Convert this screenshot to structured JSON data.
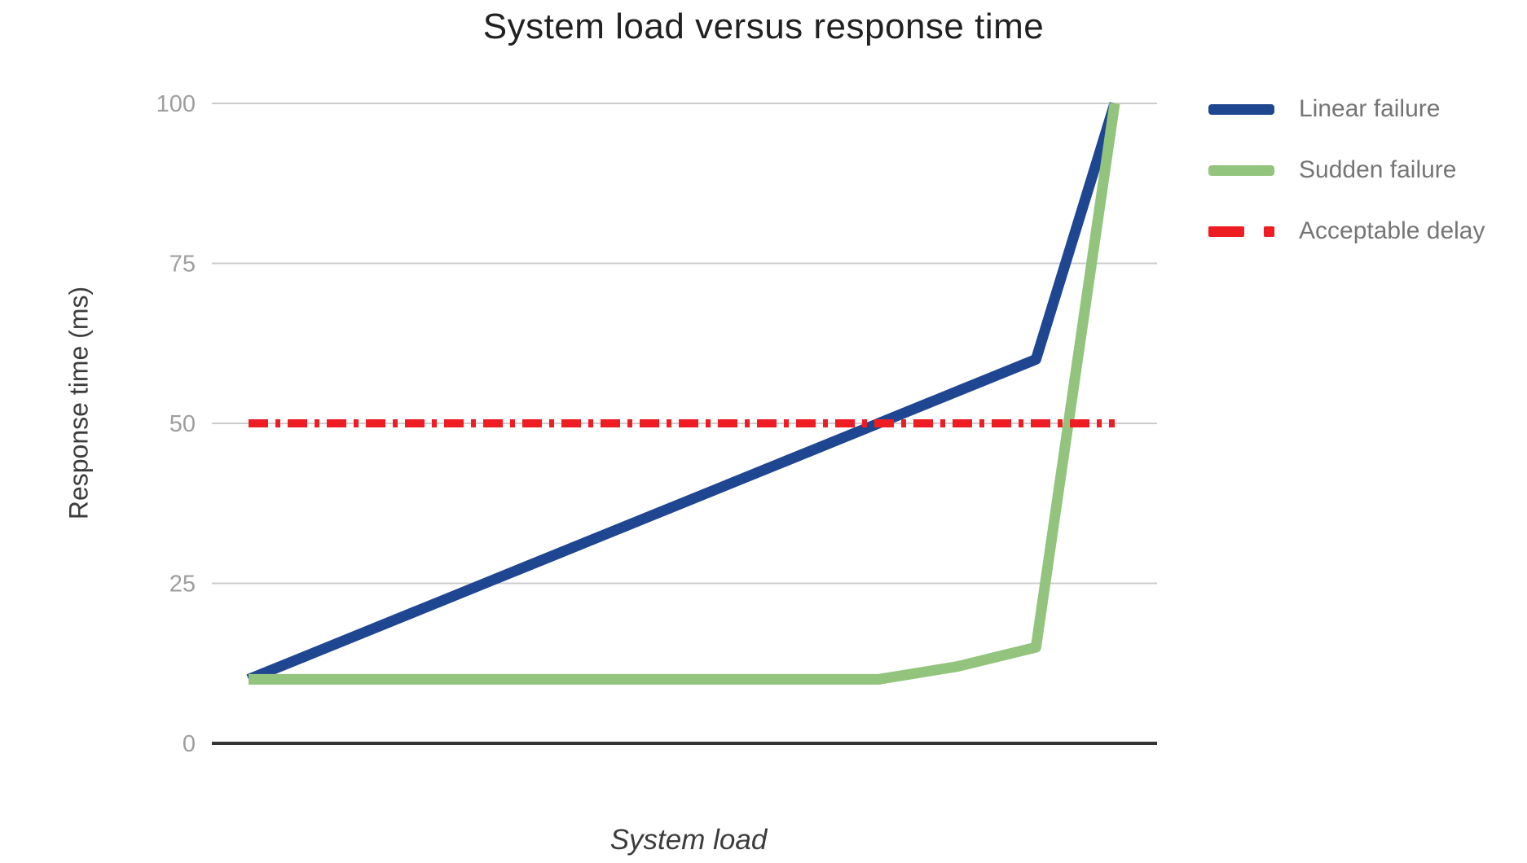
{
  "chart_data": {
    "type": "line",
    "title": "System load versus response time",
    "xlabel": "System load",
    "ylabel": "Response time (ms)",
    "x": [
      0,
      1,
      2,
      3,
      4,
      5,
      6,
      7,
      8,
      9,
      10,
      11
    ],
    "x_tick_labels_visible": false,
    "ylim": [
      0,
      100
    ],
    "yticks": [
      0,
      25,
      50,
      75,
      100
    ],
    "grid": "horizontal",
    "legend_position": "right",
    "series": [
      {
        "name": "Linear failure",
        "color": "#1f4691",
        "style": "solid",
        "line_width": 13,
        "values": [
          10,
          15,
          20,
          25,
          30,
          35,
          40,
          45,
          50,
          55,
          60,
          100
        ]
      },
      {
        "name": "Sudden failure",
        "color": "#93c47d",
        "style": "solid",
        "line_width": 13,
        "values": [
          10,
          10,
          10,
          10,
          10,
          10,
          10,
          10,
          10,
          12,
          15,
          100
        ]
      },
      {
        "name": "Acceptable delay",
        "color": "#ee1d23",
        "style": "dash-dot",
        "line_width": 10,
        "values": [
          50,
          50,
          50,
          50,
          50,
          50,
          50,
          50,
          50,
          50,
          50,
          50
        ]
      }
    ]
  },
  "colors": {
    "gridline": "#cccccc",
    "axis_line": "#333333",
    "tick_label": "#9e9e9e",
    "legend_text": "#757575",
    "title_text": "#212121"
  }
}
